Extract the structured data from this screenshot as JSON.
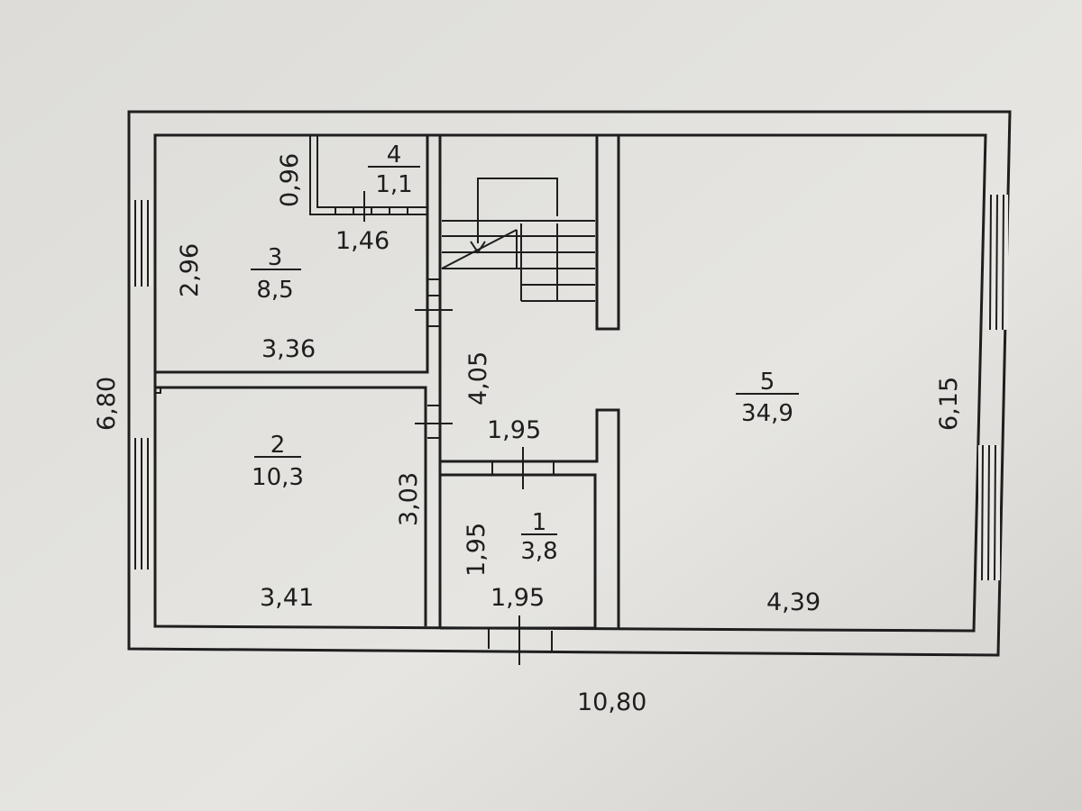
{
  "dimensions": {
    "overall_width": "10,80",
    "overall_height": "6,80",
    "room5_height": "6,15",
    "room5_width": "4,39",
    "room3_height": "2,96",
    "room3_width": "3,36",
    "room4_height": "0,96",
    "room4_width": "1,46",
    "hall_height": "4,05",
    "hall_width": "1,95",
    "room2_height": "3,03",
    "room2_width": "3,41",
    "room1_height": "1,95",
    "room1_width": "1,95"
  },
  "rooms": [
    {
      "number": "1",
      "area": "3,8"
    },
    {
      "number": "2",
      "area": "10,3"
    },
    {
      "number": "3",
      "area": "8,5"
    },
    {
      "number": "4",
      "area": "1,1"
    },
    {
      "number": "5",
      "area": "34,9"
    }
  ]
}
